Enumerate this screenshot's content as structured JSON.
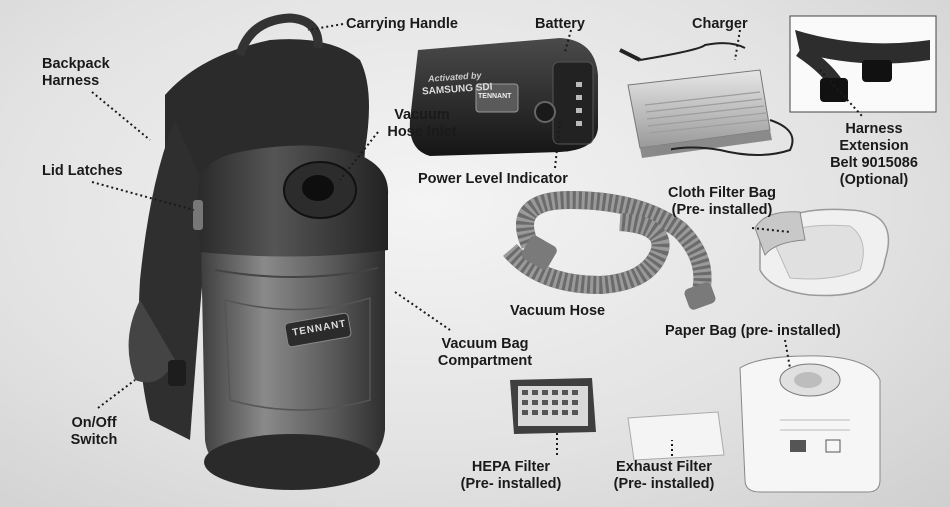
{
  "labels": {
    "carrying_handle": "Carrying Handle",
    "battery": "Battery",
    "charger": "Charger",
    "backpack_harness_1": "Backpack",
    "backpack_harness_2": "Harness",
    "vacuum_hose_inlet_1": "Vacuum",
    "vacuum_hose_inlet_2": "Hose Inlet",
    "lid_latches": "Lid Latches",
    "power_level_indicator": "Power Level Indicator",
    "harness_belt_1": "Harness",
    "harness_belt_2": "Extension",
    "harness_belt_3": "Belt 9015086",
    "harness_belt_4": "(Optional)",
    "cloth_filter_1": "Cloth Filter Bag",
    "cloth_filter_2": "(Pre- installed)",
    "vacuum_hose": "Vacuum Hose",
    "paper_bag": "Paper Bag (pre- installed)",
    "vacuum_bag_1": "Vacuum Bag",
    "vacuum_bag_2": "Compartment",
    "onoff_1": "On/Off",
    "onoff_2": "Switch",
    "hepa_1": "HEPA Filter",
    "hepa_2": "(Pre- installed)",
    "exhaust_1": "Exhaust Filter",
    "exhaust_2": "(Pre- installed)"
  },
  "branding": {
    "vacuum_logo": "TENNANT",
    "battery_logo": "TENNANT",
    "battery_text_1": "Activated by",
    "battery_text_2": "SAMSUNG SDI"
  },
  "colors": {
    "text": "#1a1a1a",
    "dark_plastic": "#3a3a3a",
    "mid_plastic": "#6e6e6e",
    "light_metal": "#bdbdbd"
  }
}
